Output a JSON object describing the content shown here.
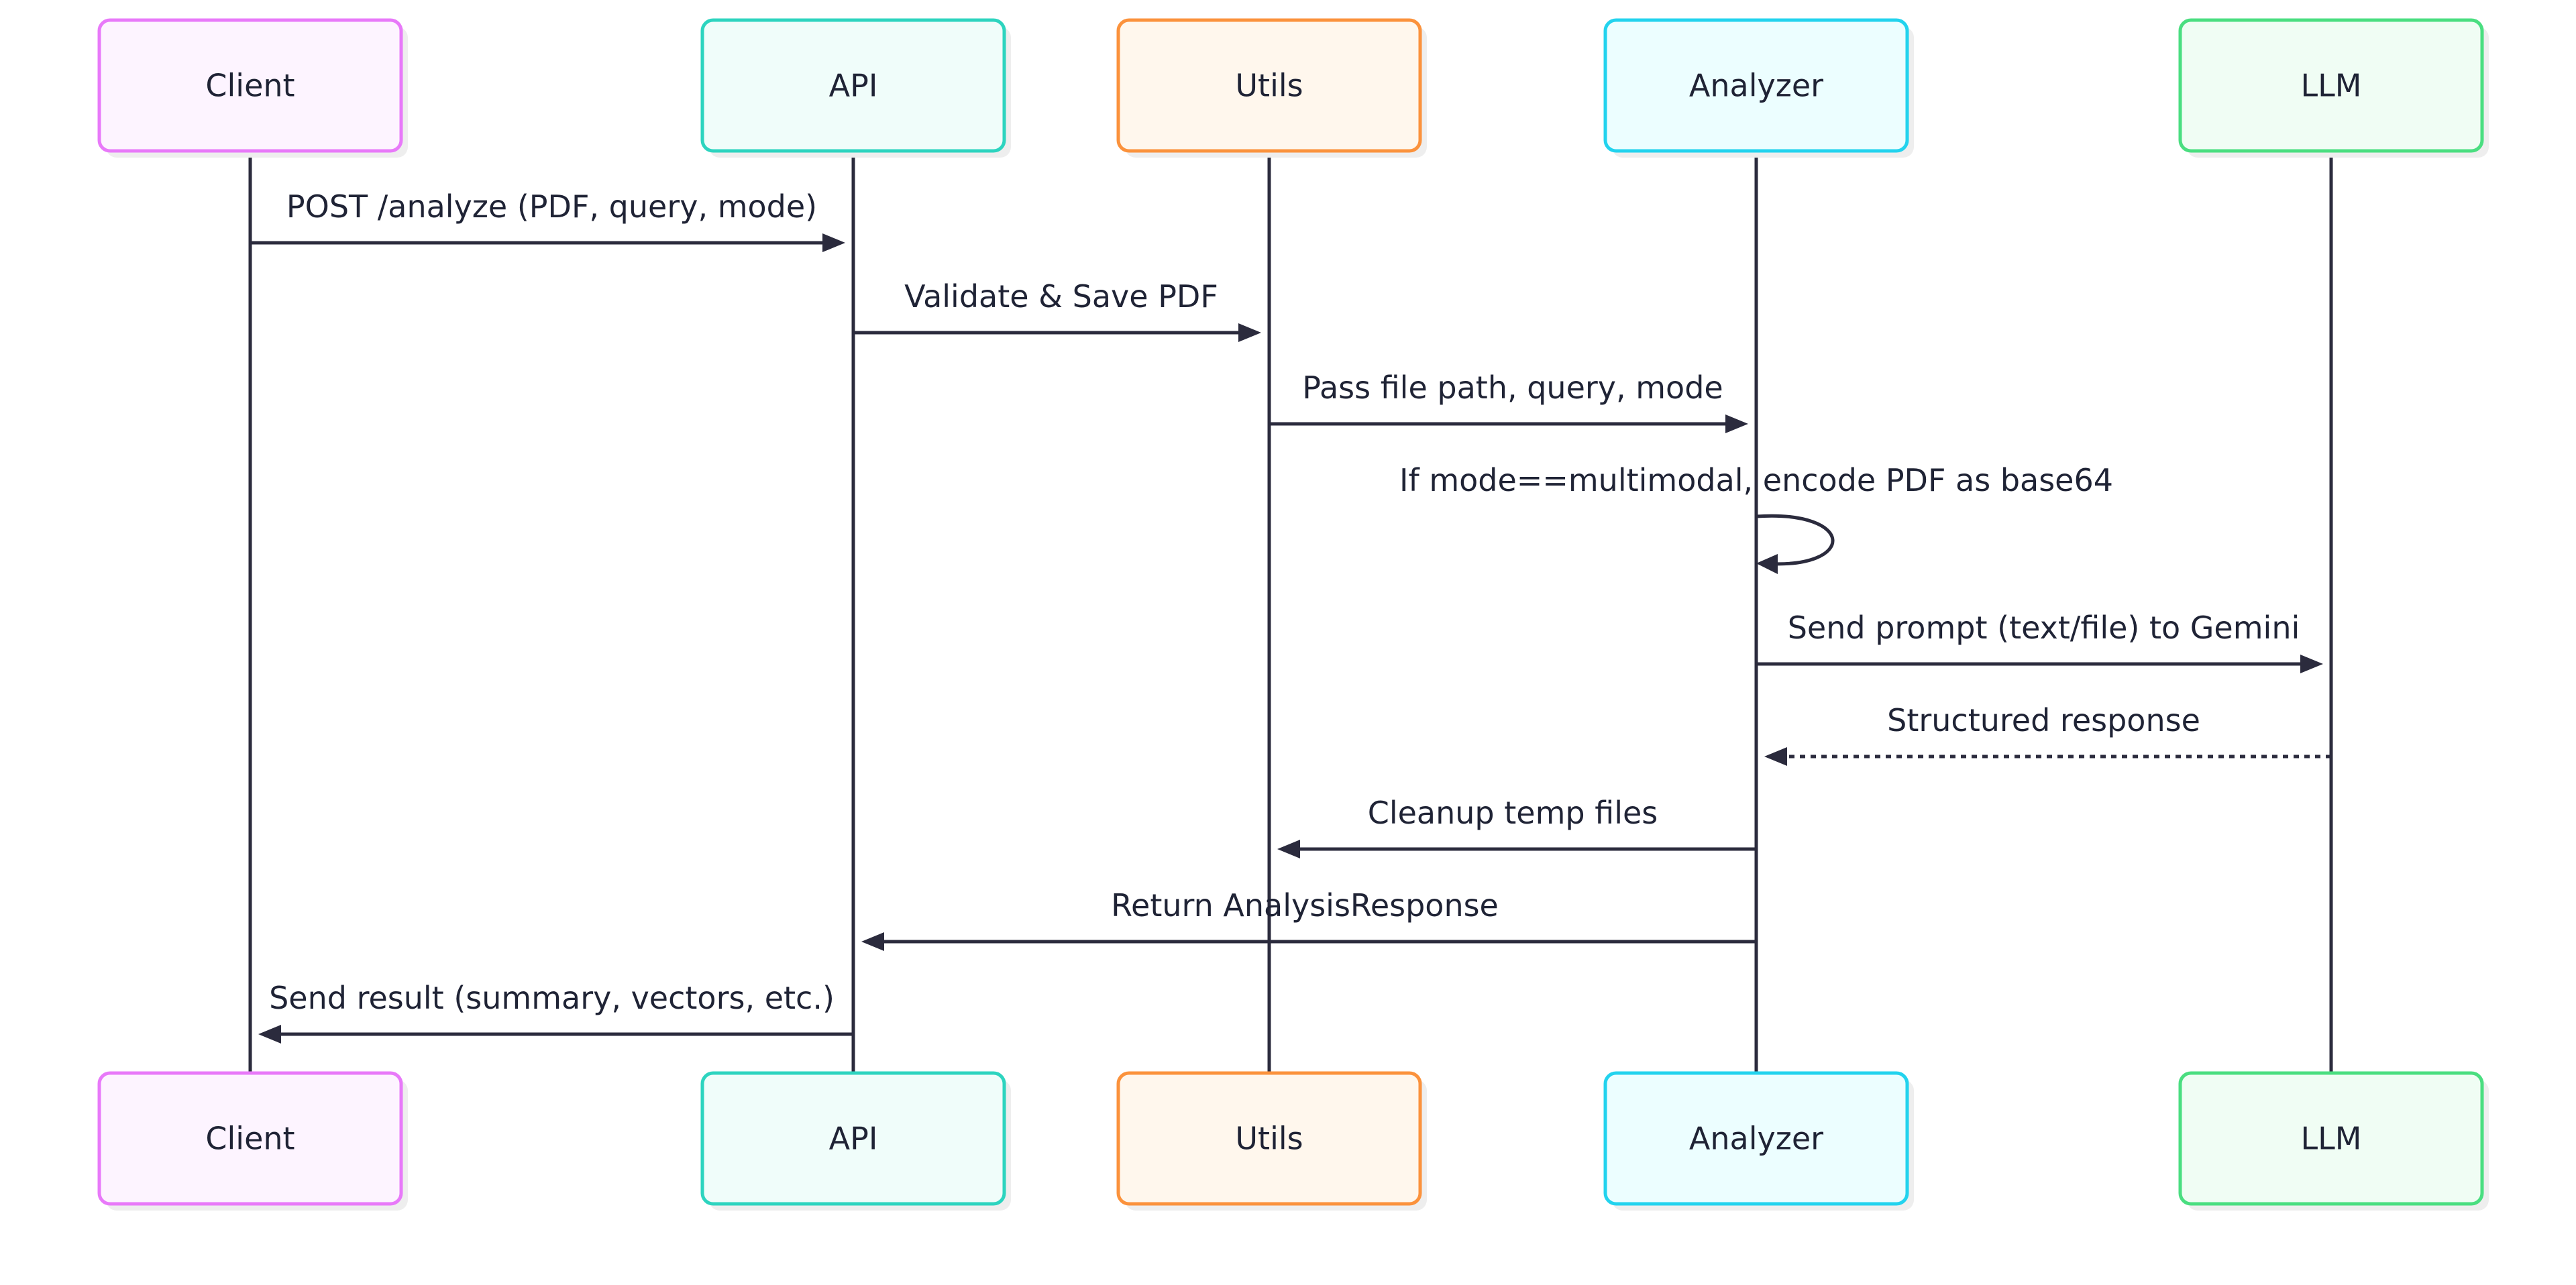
{
  "participants": [
    {
      "id": "client",
      "label": "Client",
      "stroke": "#e879f9",
      "fill": "#fdf4ff"
    },
    {
      "id": "api",
      "label": "API",
      "stroke": "#2dd4bf",
      "fill": "#f0fdfa"
    },
    {
      "id": "utils",
      "label": "Utils",
      "stroke": "#fb923c",
      "fill": "#fff7ed"
    },
    {
      "id": "analyzer",
      "label": "Analyzer",
      "stroke": "#22d3ee",
      "fill": "#ecfeff"
    },
    {
      "id": "llm",
      "label": "LLM",
      "stroke": "#4ade80",
      "fill": "#f0fdf4"
    }
  ],
  "messages": [
    {
      "from": "client",
      "to": "api",
      "label": "POST /analyze (PDF, query, mode)",
      "style": "solid"
    },
    {
      "from": "api",
      "to": "utils",
      "label": "Validate & Save PDF",
      "style": "solid"
    },
    {
      "from": "utils",
      "to": "analyzer",
      "label": "Pass file path, query, mode",
      "style": "solid"
    },
    {
      "from": "analyzer",
      "to": "analyzer",
      "label": "If mode==multimodal, encode PDF as base64",
      "style": "self"
    },
    {
      "from": "analyzer",
      "to": "llm",
      "label": "Send prompt (text/file) to Gemini",
      "style": "solid"
    },
    {
      "from": "llm",
      "to": "analyzer",
      "label": "Structured response",
      "style": "dotted"
    },
    {
      "from": "analyzer",
      "to": "utils",
      "label": "Cleanup temp files",
      "style": "solid"
    },
    {
      "from": "analyzer",
      "to": "api",
      "label": "Return AnalysisResponse",
      "style": "solid"
    },
    {
      "from": "api",
      "to": "client",
      "label": "Send result (summary, vectors, etc.)",
      "style": "solid"
    }
  ],
  "colors": {
    "line": "#2b2b3d",
    "text": "#1f2335",
    "shadow": "#eeeeee"
  }
}
